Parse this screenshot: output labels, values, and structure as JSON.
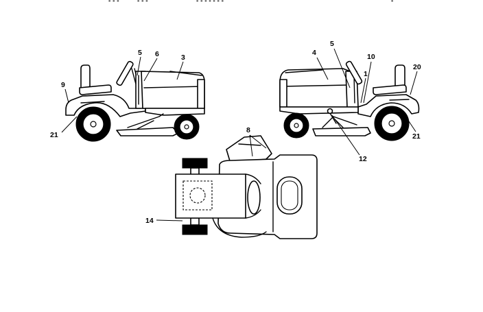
{
  "header": {
    "fragments": [
      "- - -",
      "- - -",
      "- - - - - - -",
      "-"
    ]
  },
  "callouts": {
    "left_view": [
      "5",
      "6",
      "3",
      "9",
      "21"
    ],
    "right_view": [
      "4",
      "5",
      "10",
      "1",
      "20",
      "21",
      "12"
    ],
    "top_view": [
      "8",
      "14"
    ]
  },
  "icons": {
    "left_view": "riding-mower-side-view-left",
    "right_view": "riding-mower-side-view-right",
    "top_view": "riding-mower-top-view"
  },
  "colors": {
    "line": "#000000",
    "background": "#ffffff"
  }
}
